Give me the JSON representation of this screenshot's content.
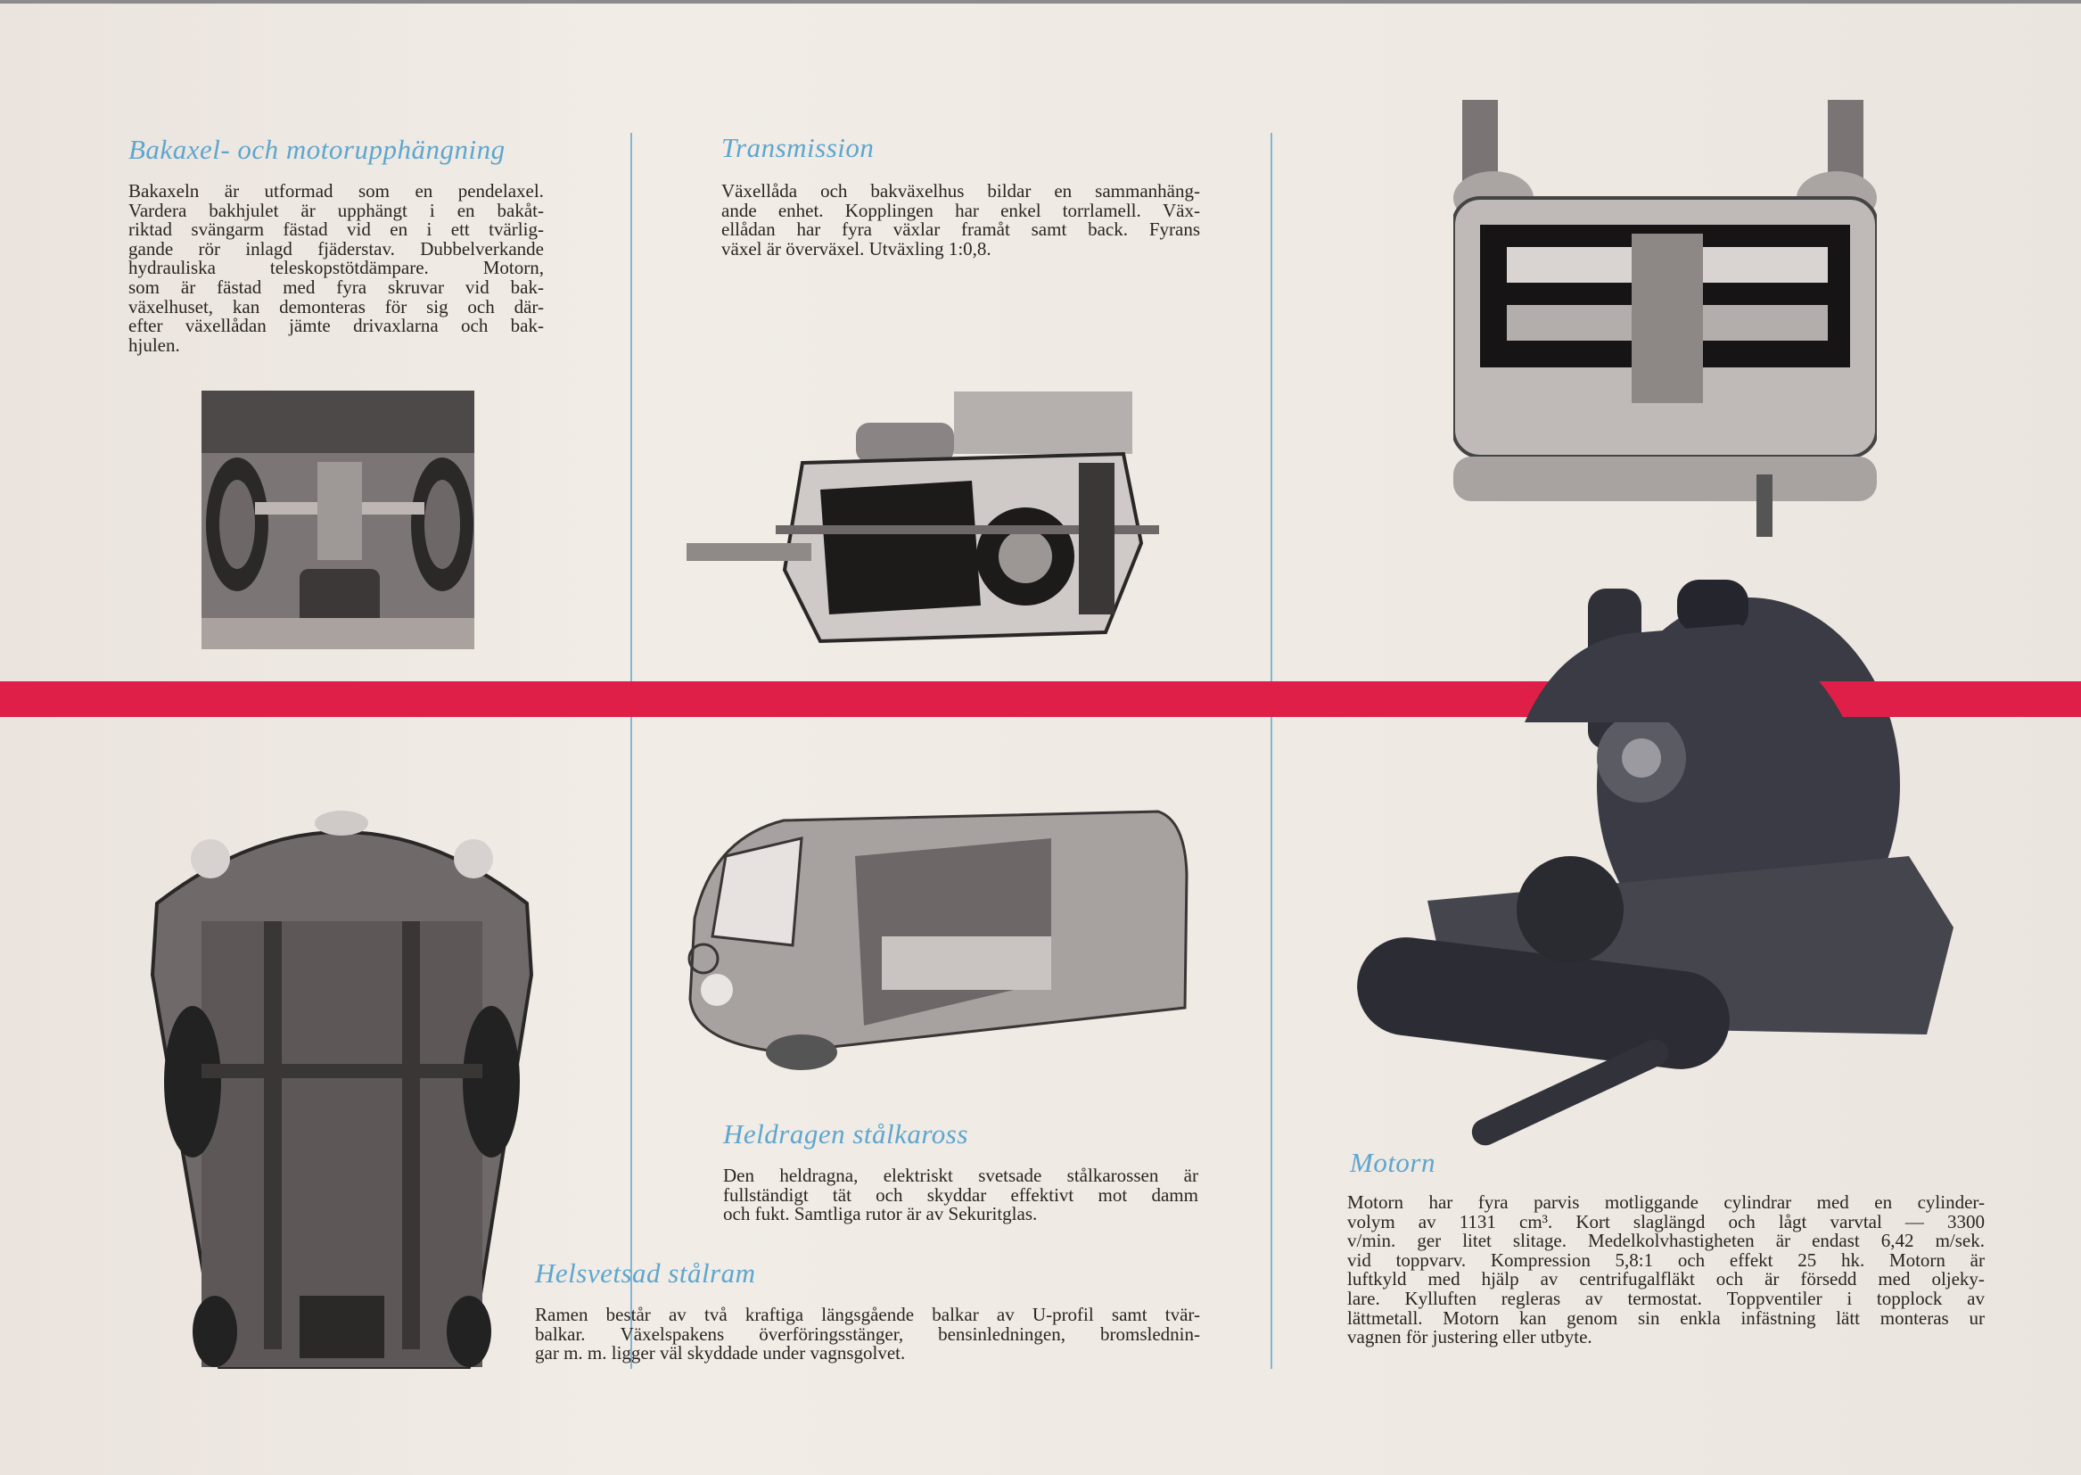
{
  "sections": {
    "bakaxel": {
      "heading": "Bakaxel- och motorupphängning",
      "lines": [
        "Bakaxeln är utformad som en pendelaxel.",
        "Vardera bakhjulet är upphängt i en bakåt-",
        "riktad svängarm fästad vid en i ett tvärlig-",
        "gande rör inlagd fjäderstav. Dubbelverkande",
        "hydrauliska teleskopstötdämpare. Motorn,",
        "som är fästad med fyra skruvar vid bak-",
        "växelhuset, kan demonteras för sig och där-",
        "efter växellådan jämte drivaxlarna och bak-",
        "hjulen."
      ]
    },
    "transmission": {
      "heading": "Transmission",
      "lines": [
        "Växellåda och bakväxelhus bildar en sammanhäng-",
        "ande enhet. Kopplingen har enkel torrlamell. Väx-",
        "ellådan har fyra växlar framåt samt back. Fyrans",
        "växel är överväxel. Utväxling 1:0,8."
      ]
    },
    "heldragen": {
      "heading": "Heldragen stålkaross",
      "lines": [
        "Den heldragna, elektriskt svetsade stålkarossen är",
        "fullständigt tät och skyddar effektivt mot damm",
        "och fukt. Samtliga rutor är av Sekuritglas."
      ]
    },
    "helsvetsad": {
      "heading": "Helsvetsad stålram",
      "lines": [
        "Ramen består av två kraftiga längsgående balkar av U-profil samt tvär-",
        "balkar. Växelspakens överföringsstänger, bensinledningen, bromslednin-",
        "gar m. m. ligger väl skyddade under vagnsgolvet."
      ]
    },
    "motorn": {
      "heading": "Motorn",
      "lines": [
        "Motorn har fyra parvis motliggande cylindrar med en cylinder-",
        "volym av 1131 cm³. Kort slaglängd och lågt varvtal — 3300",
        "v/min. ger litet slitage. Medelkolvhastigheten är endast 6,42 m/sek.",
        "vid toppvarv. Kompression 5,8:1 och effekt 25 hk. Motorn är",
        "luftkyld med hjälp av centrifugalfläkt och är försedd med oljeky-",
        "lare. Kylluften regleras av termostat. Toppventiler i topplock av",
        "lättmetall. Motorn kan genom sin enkla infästning lätt monteras ur",
        "vagnen för justering eller utbyte."
      ]
    }
  },
  "colors": {
    "heading": "#5da6cf",
    "band": "#df1f47",
    "paper": "#eee8e2",
    "rule": "#7fb6d6"
  }
}
